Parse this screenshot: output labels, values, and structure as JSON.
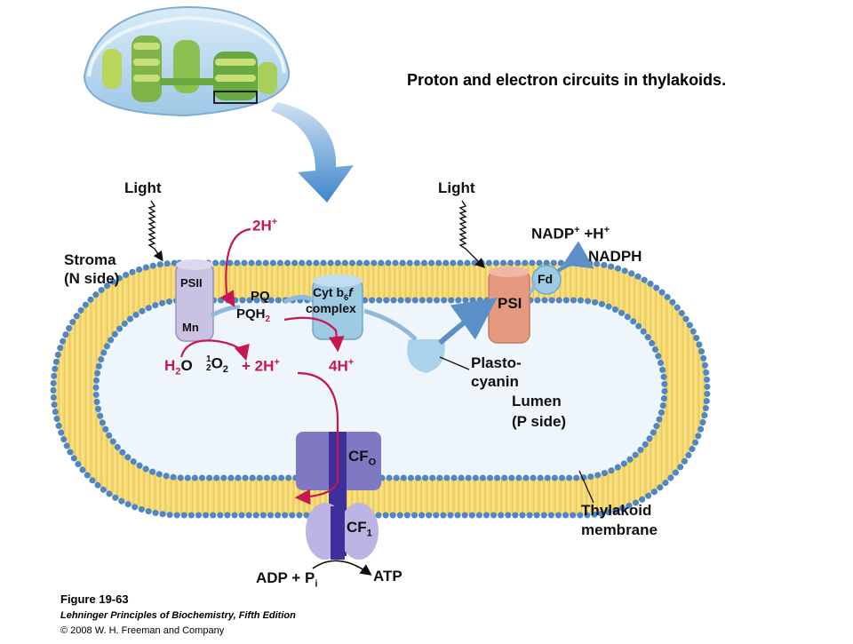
{
  "title": "Proton and electron circuits in thylakoids.",
  "labels": {
    "light_left": "Light",
    "light_right": "Light",
    "stroma_line1": "Stroma",
    "stroma_line2": "(N side)",
    "psii": "PSII",
    "mn": "Mn",
    "pq": "PQ",
    "pqh2": "PQH",
    "pqh2_sub": "2",
    "cyt_line1": "Cyt b",
    "cyt_sub": "6",
    "cyt_f": "f",
    "cyt_line2": "complex",
    "psi": "PSI",
    "fd": "Fd",
    "nadp": "NADP",
    "nadp_tail": " +H",
    "nadph": "NADPH",
    "plasto_line1": "Plasto-",
    "plasto_line2": "cyanin",
    "lumen_line1": "Lumen",
    "lumen_line2": "(P side)",
    "h2o": "H",
    "h2o_tail": "O",
    "o2_half": "O",
    "o2_sub": "2",
    "plus_2h": "+ 2H",
    "h2_top": "2H",
    "h4": "4H",
    "cfo": "CF",
    "cfo_sub": "O",
    "cf1": "CF",
    "cf1_sub": "1",
    "adp_pi": "ADP + P",
    "pi_sub": "i",
    "atp": "ATP",
    "thylakoid_line1": "Thylakoid",
    "thylakoid_line2": "membrane"
  },
  "caption": {
    "figure": "Figure 19-63",
    "book": "Lehninger Principles of Biochemistry, Fifth Edition",
    "copyright": "© 2008 W. H. Freeman and Company"
  },
  "colors": {
    "membrane_yellow": "#f2d46a",
    "head_blue": "#4f86c6",
    "lumen": "#eef5fb",
    "proton_red": "#c8174f",
    "psii_purple": "#c9c2e2",
    "psi_salmon": "#e59a80",
    "cyt_blue": "#9ecbe3",
    "cf_purple": "#7f78c2"
  }
}
